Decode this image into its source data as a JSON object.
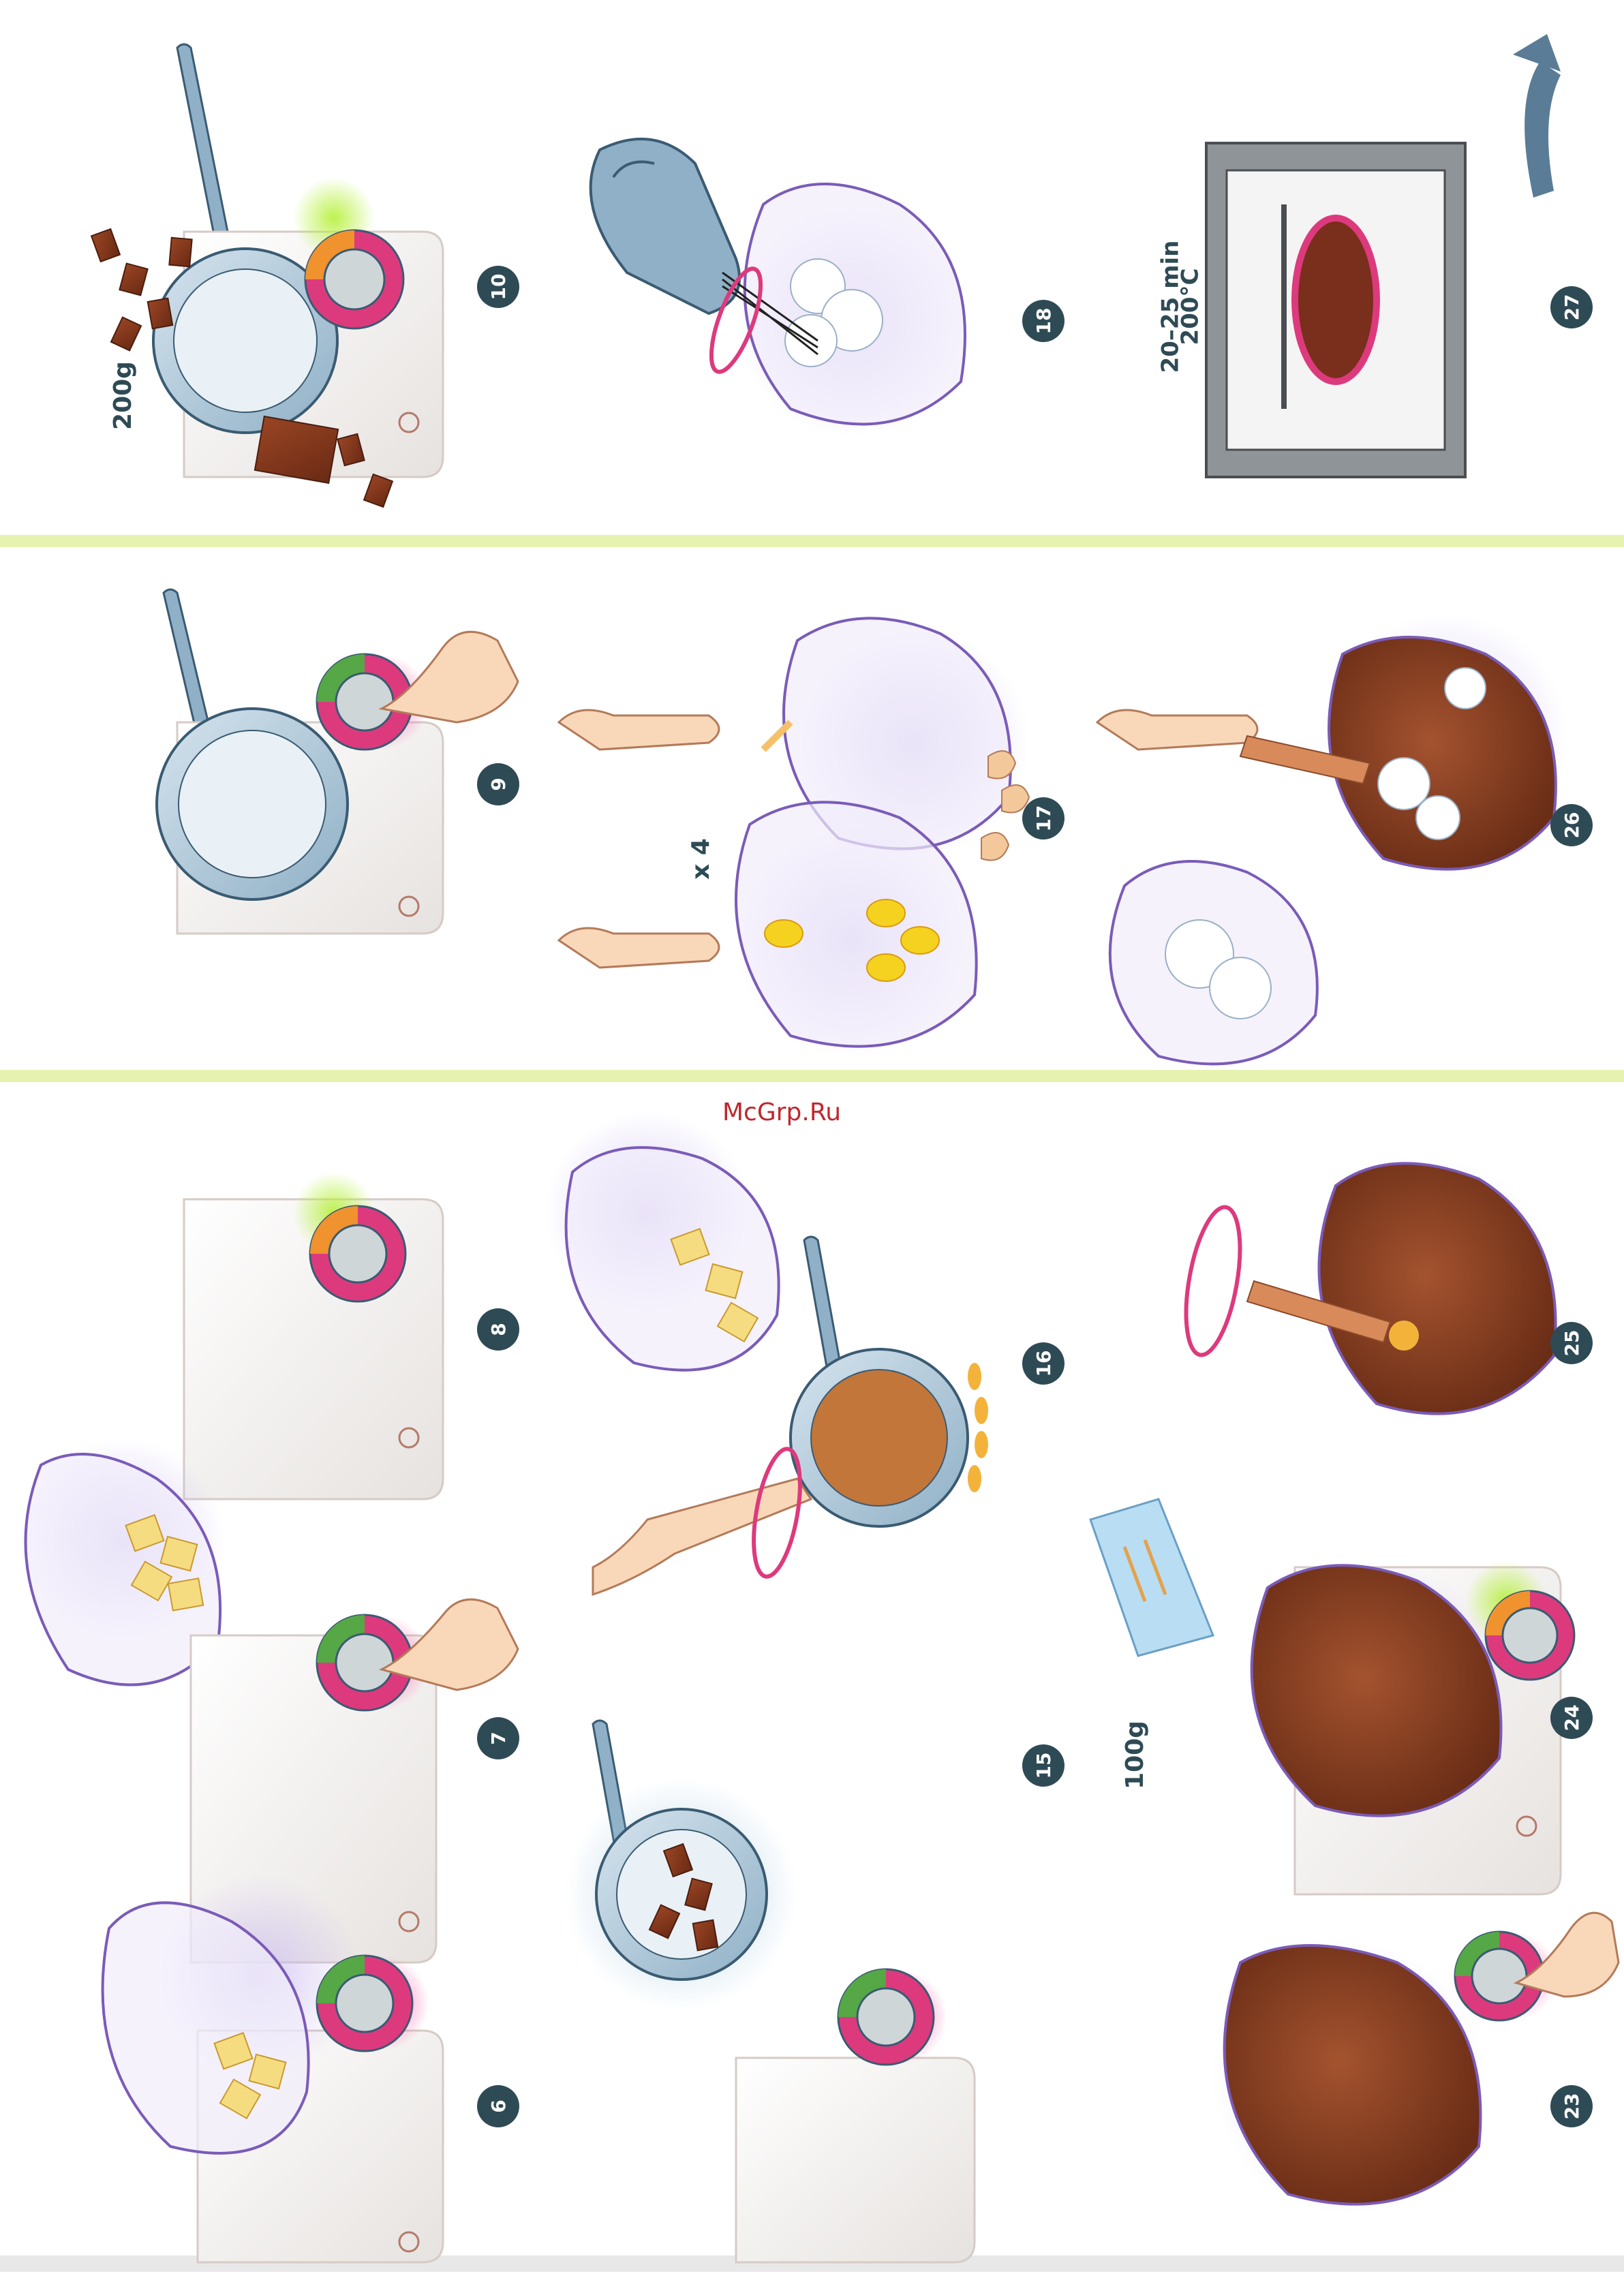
{
  "watermark": "McGrp.Ru",
  "steps": {
    "s6": "6",
    "s7": "7",
    "s8": "8",
    "s9": "9",
    "s10": "10",
    "s15": "15",
    "s16": "16",
    "s17": "17",
    "s18": "18",
    "s23": "23",
    "s24": "24",
    "s25": "25",
    "s26": "26",
    "s27": "27"
  },
  "labels": {
    "chocolate_weight": "200g",
    "eggs_count": "x 4",
    "flour_weight": "100g",
    "bake_time": "20–25 min",
    "bake_temp": "200°C"
  },
  "colors": {
    "divider": "#d9ec8f",
    "step_badge": "#2e4a55",
    "chocolate": "#8a3a20",
    "bowl": "#b8a6e0",
    "board": "#f2efee"
  },
  "icons": [
    "arrow-icon",
    "rotation-arrow-icon",
    "oven-icon",
    "mixer-icon"
  ]
}
